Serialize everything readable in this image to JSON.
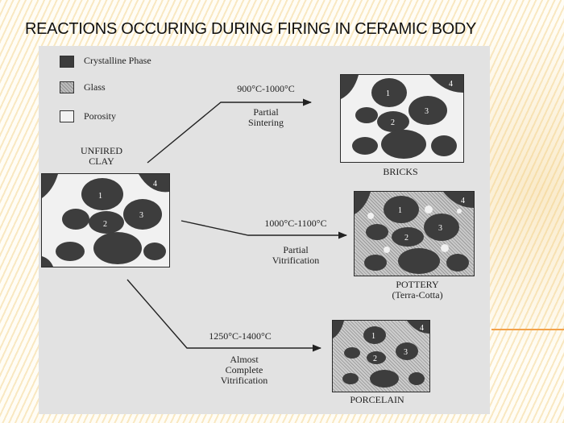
{
  "slide": {
    "title": "REACTIONS OCCURING DURING FIRING IN CERAMIC BODY"
  },
  "legend": {
    "items": [
      {
        "label": "Crystalline Phase"
      },
      {
        "label": "Glass"
      },
      {
        "label": "Porosity"
      }
    ]
  },
  "unfired": {
    "label_line1": "UNFIRED",
    "label_line2": "CLAY"
  },
  "grain_numbers": [
    "1",
    "2",
    "3",
    "4"
  ],
  "paths": [
    {
      "temperature": "900°C-1000°C",
      "process_line1": "Partial",
      "process_line2": "Sintering",
      "product_line1": "BRICKS",
      "product_line2": ""
    },
    {
      "temperature": "1000°C-1100°C",
      "process_line1": "Partial",
      "process_line2": "Vitrification",
      "product_line1": "POTTERY",
      "product_line2": "(Terra-Cotta)"
    },
    {
      "temperature": "1250°C-1400°C",
      "process_line1": "Almost",
      "process_line2": "Complete",
      "process_line3": "Vitrification",
      "product_line1": "PORCELAIN",
      "product_line2": ""
    }
  ]
}
